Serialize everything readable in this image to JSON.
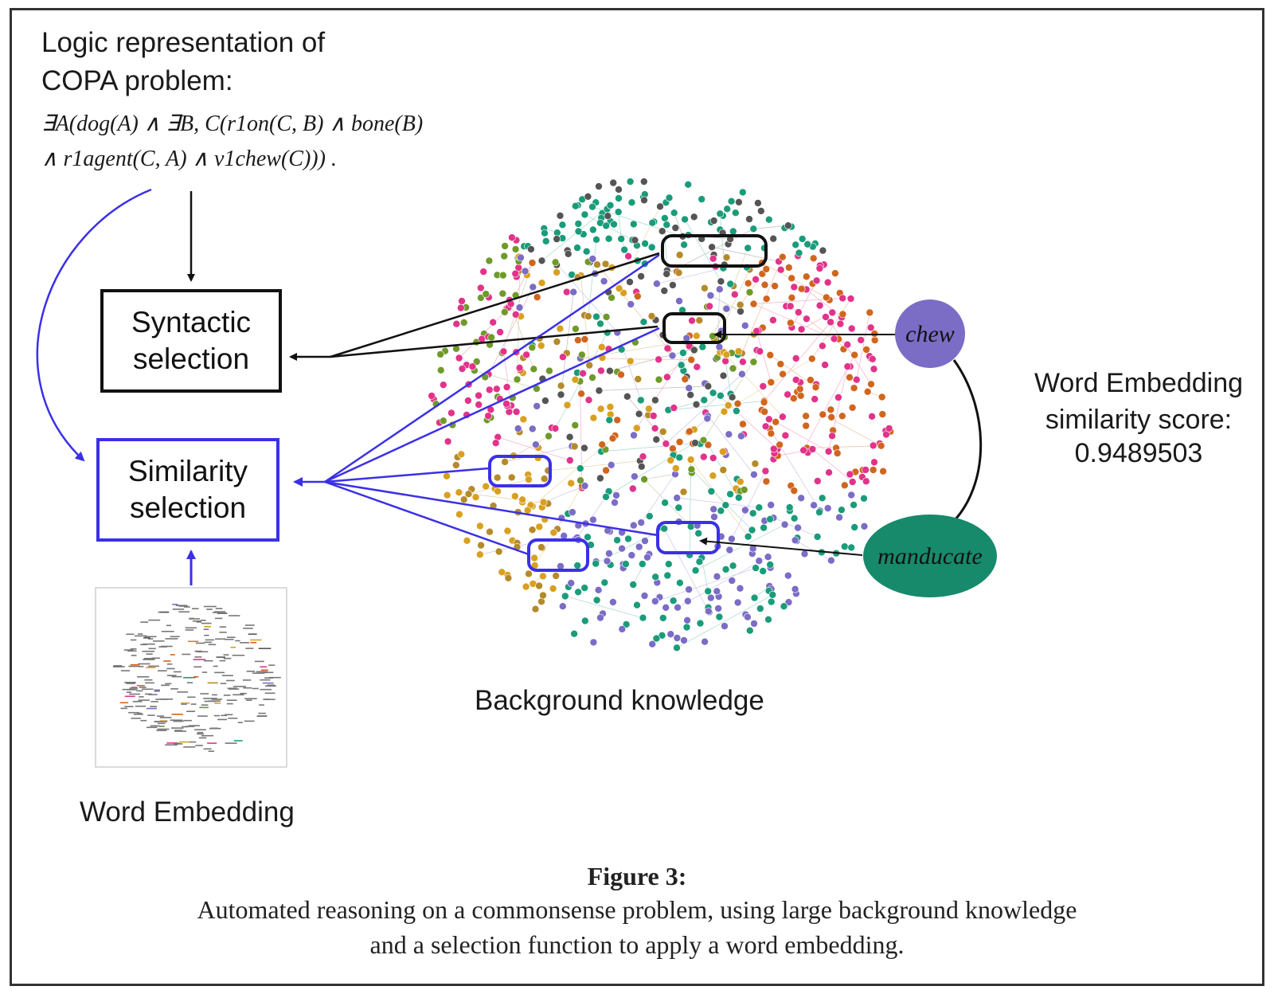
{
  "diagram": {
    "title": "Logic representation of COPA problem:",
    "formula_line1": "∃A(dog(A) ∧ ∃B, C(r1on(C, B) ∧ bone(B)",
    "formula_line2": "∧ r1agent(C, A) ∧ v1chew(C))) .",
    "syntactic_label": "Syntactic selection",
    "similarity_label": "Similarity selection",
    "word_embedding_label": "Word Embedding",
    "background_label": "Background knowledge",
    "node_chew": "chew",
    "node_manducate": "manducate",
    "score_label": "Word Embedding similarity score:",
    "score_value": "0.9489503"
  },
  "caption": {
    "heading": "Figure 3:",
    "line1": "Automated reasoning on a commonsense problem, using large background knowledge",
    "line2": "and a selection function to apply a word embedding."
  },
  "colors": {
    "blue": "#3b30e6",
    "black": "#111111",
    "chew_node": "#7b6cc6",
    "manducate_node": "#178a6b",
    "clusters": [
      "#e2338a",
      "#1a9c7a",
      "#6f9a2a",
      "#d9a020",
      "#d0661e",
      "#7b6cc6",
      "#555555",
      "#b58a2a"
    ]
  }
}
